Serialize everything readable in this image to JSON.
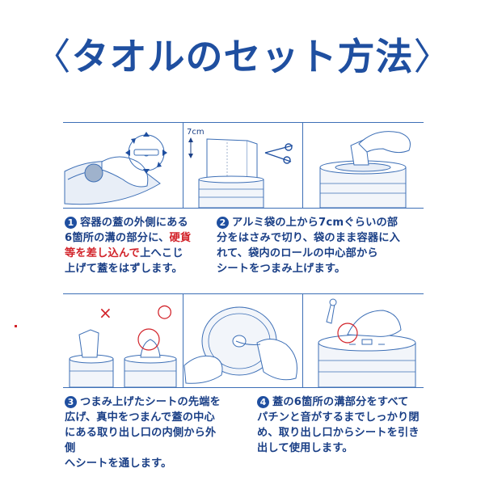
{
  "title": {
    "open": "〈",
    "text": "タオルのセット方法",
    "close": "〉"
  },
  "panel_labels": {
    "height_mark": "7cm"
  },
  "steps": [
    {
      "number": "1",
      "line1": "容器の蓋の外側にある",
      "line2": "6箇所の溝の部分に、",
      "line2_red": "硬貨",
      "line3_red_a": "等を差し込んで",
      "line3": "上へこじ",
      "line4": "上げて蓋をはずします。"
    },
    {
      "number": "2",
      "line1": "アルミ袋の上から7cmぐらいの部",
      "line2": "分をはさみで切り、袋のまま容器に入",
      "line3a": "れて、袋内のロールの",
      "line3_bold": "中心部から",
      "line4": "シートをつまみ上げます。"
    },
    {
      "number": "3",
      "line1": "つまみ上げたシートの先端を",
      "line2a": "広げ、",
      "line2_bold": "真中をつまんで",
      "line2b": "蓋の中心",
      "line3": "にある取り出し口の内側から外側",
      "line4": "へシートを通します。"
    },
    {
      "number": "4",
      "line1": "蓋の6箇所の溝部分をすべて",
      "line2": "パチンと音がするまでしっかり閉",
      "line3": "め、取り出し口からシートを引き",
      "line4": "出して使用します。"
    }
  ],
  "marks": {
    "wrong": "×",
    "right": "○"
  },
  "colors": {
    "title": "#1f4fa0",
    "caption": "#1a3f86",
    "accent": "#d2232a",
    "frame": "#3d6fb6"
  }
}
